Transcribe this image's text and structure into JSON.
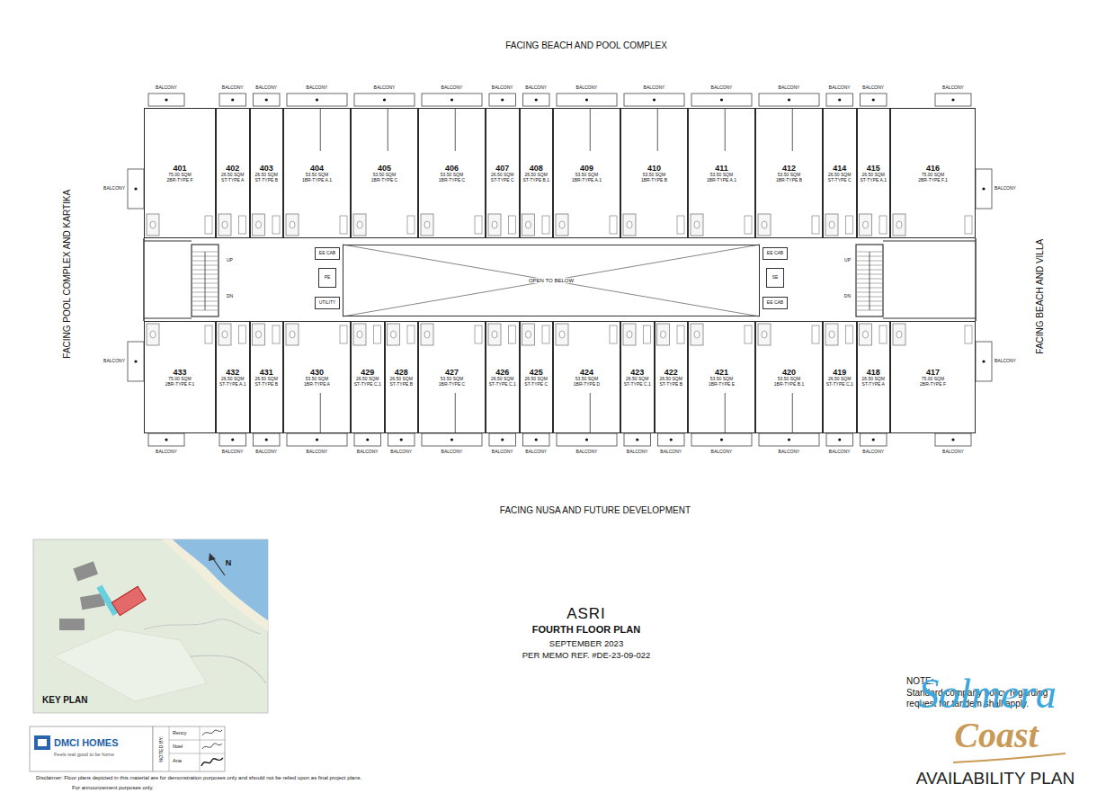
{
  "diagram": {
    "title": "ASRI",
    "nodes": [
      {
        "text": [
          "401",
          "75.00 SQM",
          "2BR-TYPE F"
        ]
      },
      {
        "text": [
          "402",
          "26.50 SQM",
          "ST-TYPE A"
        ]
      },
      {
        "text": [
          "403",
          "26.50 SQM",
          "ST-TYPE B"
        ]
      },
      {
        "text": [
          "404",
          "53.50 SQM",
          "1BR-TYPE A.1"
        ]
      },
      {
        "text": [
          "405",
          "53.50 SQM",
          "1BR-TYPE C"
        ]
      },
      {
        "text": [
          "406",
          "53.50 SQM",
          "1BR-TYPE C"
        ]
      },
      {
        "text": [
          "407",
          "26.50 SQM",
          "ST-TYPE C"
        ]
      },
      {
        "text": [
          "408",
          "26.50 SQM",
          "ST-TYPE B.1"
        ]
      },
      {
        "text": [
          "409",
          "53.50 SQM",
          "1BR-TYPE A.1"
        ]
      },
      {
        "text": [
          "410",
          "53.50 SQM",
          "1BR-TYPE B"
        ]
      },
      {
        "text": [
          "411",
          "53.50 SQM",
          "1BR-TYPE A.1"
        ]
      },
      {
        "text": [
          "412",
          "53.50 SQM",
          "1BR-TYPE B"
        ]
      },
      {
        "text": [
          "414",
          "26.50 SQM",
          "ST-TYPE C"
        ]
      },
      {
        "text": [
          "415",
          "26.50 SQM",
          "ST-TYPE A.1"
        ]
      },
      {
        "text": [
          "416",
          "75.00 SQM",
          "2BR-TYPE F.1"
        ]
      },
      {
        "text": [
          "EE CAB"
        ]
      },
      {
        "text": [
          "OPEN TO BELOW"
        ]
      },
      {
        "text": [
          "EE CAB"
        ]
      },
      {
        "text": [
          "PE"
        ]
      },
      {
        "text": [
          "SE"
        ]
      },
      {
        "text": [
          "UTILITY"
        ]
      },
      {
        "text": [
          "EE CAB"
        ]
      },
      {
        "text": [
          "433",
          "75.00 SQM",
          "2BR-TYPE F.1"
        ]
      },
      {
        "text": [
          "432",
          "26.50 SQM",
          "ST-TYPE A.1"
        ]
      },
      {
        "text": [
          "431",
          "26.50 SQM",
          "ST-TYPE B"
        ]
      },
      {
        "text": [
          "430",
          "53.50 SQM",
          "1BR-TYPE A"
        ]
      },
      {
        "text": [
          "429",
          "26.50 SQM",
          "ST-TYPE C.1"
        ]
      },
      {
        "text": [
          "428",
          "26.50 SQM",
          "ST-TYPE B"
        ]
      },
      {
        "text": [
          "427",
          "53.50 SQM",
          "1BR-TYPE C"
        ]
      },
      {
        "text": [
          "426",
          "26.50 SQM",
          "ST-TYPE C.1"
        ]
      },
      {
        "text": [
          "425",
          "26.50 SQM",
          "ST-TYPE C"
        ]
      },
      {
        "text": [
          "424",
          "53.50 SQM",
          "1BR-TYPE D"
        ]
      },
      {
        "text": [
          "423",
          "26.50 SQM",
          "ST-TYPE C.1"
        ]
      },
      {
        "text": [
          "422",
          "26.50 SQM",
          "ST-TYPE B"
        ]
      },
      {
        "text": [
          "421",
          "53.50 SQM",
          "1BR-TYPE E"
        ]
      },
      {
        "text": [
          "420",
          "53.50 SQM",
          "1BR-TYPE B.1"
        ]
      },
      {
        "text": [
          "419",
          "26.50 SQM",
          "ST-TYPE C.1"
        ]
      },
      {
        "text": [
          "418",
          "26.50 SQM",
          "ST-TYPE A"
        ]
      },
      {
        "text": [
          "417",
          "75.00 SQM",
          "2BR-TYPE F"
        ]
      }
    ],
    "labels": [
      "FACING BEACH AND POOL COMPLEX",
      "FACING POOL COMPLEX AND KARTIKA",
      "FACING BEACH AND VILLA",
      "FACING NUSA AND FUTURE DEVELOPMENT",
      "BALCONY",
      "BALCONY",
      "BALCONY",
      "BALCONY",
      "BALCONY",
      "BALCONY",
      "BALCONY",
      "BALCONY",
      "BALCONY",
      "BALCONY",
      "BALCONY",
      "BALCONY",
      "BALCONY",
      "BALCONY",
      "BALCONY",
      "BALCONY",
      "BALCONY",
      "BALCONY",
      "BALCONY",
      "BALCONY",
      "BALCONY",
      "BALCONY",
      "BALCONY",
      "BALCONY",
      "BALCONY",
      "BALCONY",
      "BALCONY",
      "BALCONY",
      "BALCONY",
      "BALCONY",
      "BALCONY",
      "BALCONY",
      "BALCONY",
      "BALCONY",
      "BALCONY",
      "BALCONY",
      "UP",
      "DN",
      "UP",
      "DN",
      "KEY PLAN",
      "N",
      "FOURTH FLOOR PLAN",
      "SEPTEMBER 2023",
      "PER MEMO REF. #DE-23-09-022",
      "NOTE:",
      "Standard company policy regarding request for tandem shall apply.",
      "Solmera",
      "Coast",
      "AVAILABILITY PLAN",
      "DMCI HOMES",
      "Feels real good to be home",
      "NOTED BY:",
      "Rency",
      "Noel",
      "Ana",
      "Disclaimer: Floor plans depicted in this material are for demonstration purposes only and should not be relied upon as final project plans.",
      "For announcement purposes only."
    ]
  }
}
